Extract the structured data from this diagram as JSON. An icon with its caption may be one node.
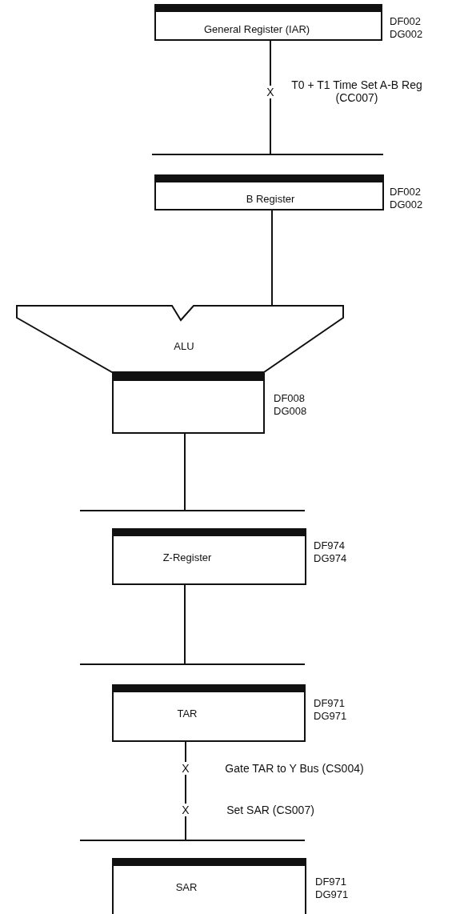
{
  "diagram": {
    "nodes": [
      {
        "text": [
          "General Register (IAR)"
        ],
        "beside": [
          "DF002 DG002"
        ]
      },
      {
        "text": [
          "X"
        ],
        "beside": [
          "T0 + T1 Time Set A-B Reg (CC007)"
        ]
      },
      {
        "text": [],
        "shape": "bar"
      },
      {
        "text": [
          "B Register"
        ],
        "beside": [
          "DF002 DG002"
        ]
      },
      {
        "text": [
          "ALU"
        ]
      },
      {
        "text": [],
        "shape": "box",
        "beside": [
          "DF008 DG008"
        ]
      },
      {
        "text": [],
        "shape": "bar"
      },
      {
        "text": [
          "Z-Register"
        ],
        "beside": [
          "DF974 DG974"
        ]
      },
      {
        "text": [],
        "shape": "bar"
      },
      {
        "text": [
          "TAR"
        ],
        "beside": [
          "DF971 DG971"
        ]
      },
      {
        "text": [
          "X"
        ],
        "beside": [
          "Gate TAR to Y Bus (CS004)"
        ]
      },
      {
        "text": [
          "X"
        ],
        "beside": [
          "Set SAR (CS007)"
        ]
      },
      {
        "text": [],
        "shape": "bar"
      },
      {
        "text": [
          "SAR"
        ],
        "beside": [
          "DF971 DG971"
        ]
      }
    ],
    "edges": [
      {
        "from": 0,
        "to": 1,
        "arrow": "none"
      },
      {
        "from": 1,
        "to": 2,
        "arrow": "none"
      },
      {
        "from": 3,
        "to": 4,
        "arrow": "none"
      },
      {
        "from": 5,
        "to": 6,
        "arrow": "none"
      },
      {
        "from": 7,
        "to": 8,
        "arrow": "none"
      },
      {
        "from": 9,
        "to": 10,
        "arrow": "none"
      },
      {
        "from": 10,
        "to": 11,
        "arrow": "none"
      },
      {
        "from": 11,
        "to": 12,
        "arrow": "none"
      }
    ]
  }
}
